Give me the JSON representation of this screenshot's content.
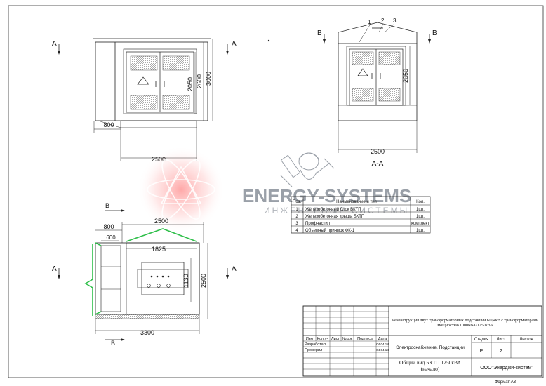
{
  "views": {
    "front": {
      "section_marks": [
        "A",
        "A"
      ],
      "dims": {
        "width": "2500",
        "side": "800",
        "door_h": "2050",
        "h1": "2600",
        "h2": "3000"
      }
    },
    "section": {
      "section_marks": [
        "B",
        "B"
      ],
      "callouts": [
        "1",
        "2",
        "3"
      ],
      "dims": {
        "width": "2500",
        "door_h": "2050"
      },
      "title": "A-A"
    },
    "plan": {
      "section_marks_top": "B",
      "section_marks_bottom": "B",
      "section_marks_side": [
        "A",
        "A"
      ],
      "dims": {
        "top": "2500",
        "w800": "800",
        "w600": "600",
        "inner": "1825",
        "h1130": "1130",
        "h2500": "2500",
        "total": "3300"
      }
    }
  },
  "watermark": {
    "line1": "ENERGY-SYSTEMS",
    "line2": "ИНЖЕНЕРНЫЕ СИСТЕМЫ"
  },
  "spec_table": {
    "headers": [
      "Поз.",
      "Наименование и тип",
      "Кол."
    ],
    "rows": [
      [
        "1",
        "Железобетонный блок БКТП",
        "1шт."
      ],
      [
        "2",
        "Железобетонная крыша БКТП",
        "1шт."
      ],
      [
        "3",
        "Профнастил",
        "комплект"
      ],
      [
        "4",
        "Объемный приямок ФК-1",
        "1шт."
      ]
    ]
  },
  "title_block": {
    "labels": [
      "Изм",
      "Кол.уч",
      "Лист",
      "№док",
      "Подпись",
      "Дата"
    ],
    "developed": "Разработал",
    "checked": "Проверил",
    "date1": "04.04.18",
    "date2": "04.04.18",
    "project": "Реконструкция двух трансформаторных подстанций 6/0,4кВ с трансформаторами мощностью 1000кВА/1250кВА",
    "section": "Электроснабжение. Подстанции",
    "stage_label": "Стадия",
    "sheet_label": "Лист",
    "sheets_label": "Листов",
    "stage": "Р",
    "sheet": "2",
    "drawing_title": "Общий вид БКТП 1250кВА (начало)",
    "company": "ООО\"Энерджи-систем\"",
    "format": "Формат А3"
  }
}
